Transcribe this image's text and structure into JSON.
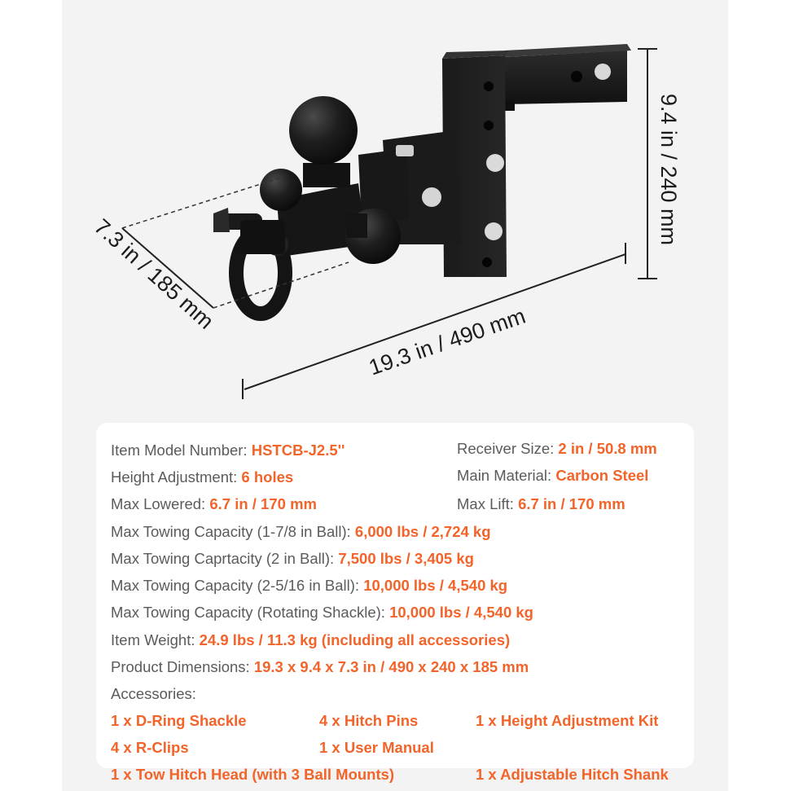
{
  "dimensions": {
    "depth": "7.3 in / 185 mm",
    "length": "19.3 in / 490 mm",
    "height": "9.4 in / 240 mm"
  },
  "specs": {
    "model": {
      "label": "Item Model Number: ",
      "value": "HSTCB-J2.5''"
    },
    "receiver": {
      "label": "Receiver Size: ",
      "value": "2 in / 50.8 mm"
    },
    "height_adj": {
      "label": "Height Adjustment: ",
      "value": "6 holes"
    },
    "material": {
      "label": "Main Material: ",
      "value": "Carbon Steel"
    },
    "max_lowered": {
      "label": "Max Lowered: ",
      "value": "6.7 in / 170 mm"
    },
    "max_lift": {
      "label": "Max Lift: ",
      "value": "6.7 in / 170 mm"
    },
    "cap_178": {
      "label": "Max Towing Capacity (1-7/8 in Ball): ",
      "value": "6,000 lbs / 2,724 kg"
    },
    "cap_2": {
      "label": "Max Towing Caprtacity (2 in Ball): ",
      "value": "7,500 lbs / 3,405 kg"
    },
    "cap_2516": {
      "label": "Max Towing Capacity (2-5/16 in Ball): ",
      "value": "10,000 lbs / 4,540 kg"
    },
    "cap_shackle": {
      "label": "Max Towing Capacity (Rotating Shackle): ",
      "value": "10,000 lbs / 4,540 kg"
    },
    "weight": {
      "label": "Item Weight: ",
      "value": "24.9 lbs / 11.3 kg (including all accessories)"
    },
    "dims": {
      "label": "Product Dimensions: ",
      "value": "19.3 x 9.4 x 7.3 in / 490 x 240 x 185 mm"
    },
    "accessories_label": "Accessories:"
  },
  "accessories": [
    "1 x D-Ring Shackle",
    "4 x Hitch Pins",
    "1 x Height Adjustment Kit",
    "4 x R-Clips",
    "1 x User Manual",
    "1 x Tow Hitch Head (with 3 Ball Mounts)",
    "1 x Adjustable Hitch Shank"
  ]
}
